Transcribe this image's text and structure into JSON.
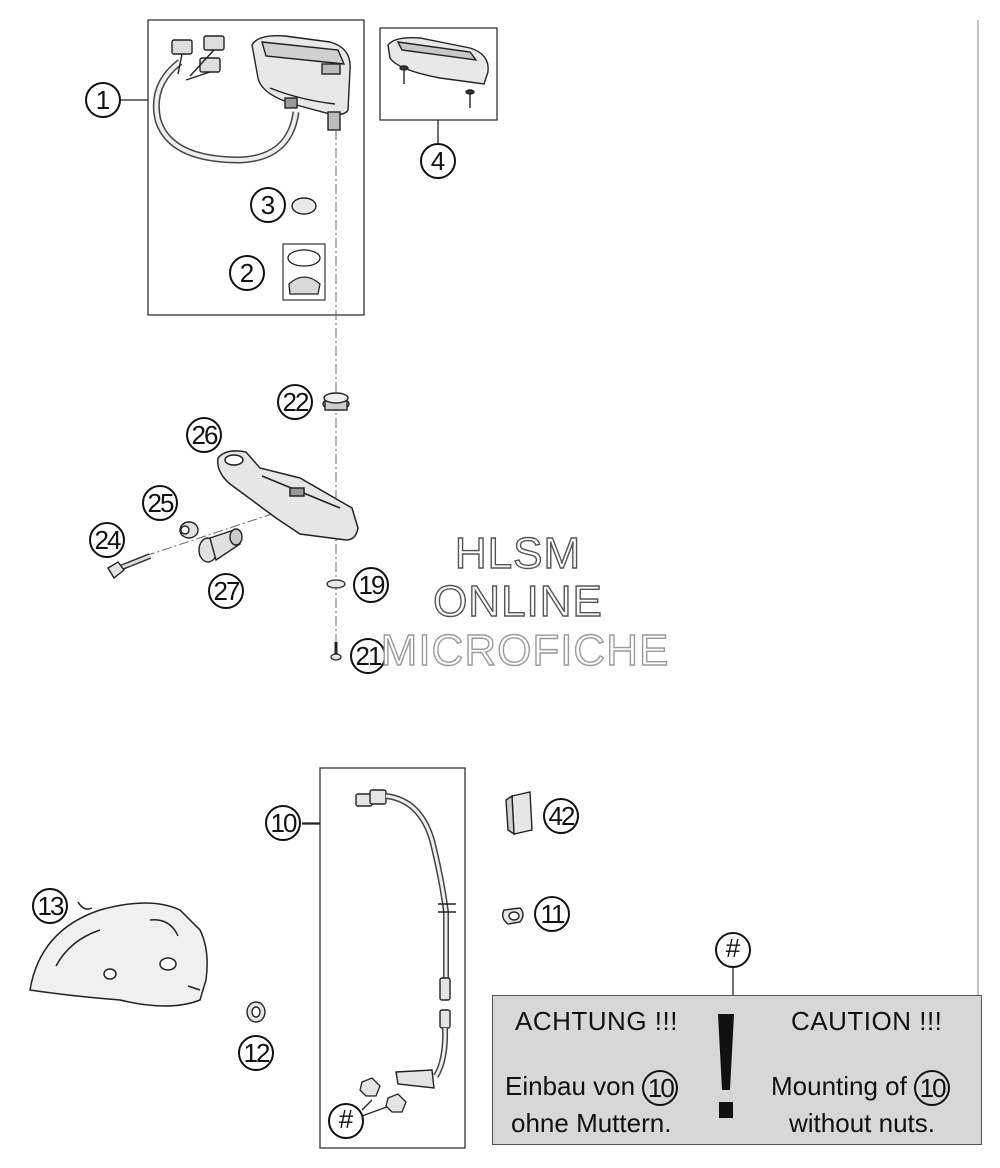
{
  "callouts": [
    {
      "id": "c1",
      "label": "1"
    },
    {
      "id": "c2",
      "label": "2"
    },
    {
      "id": "c3",
      "label": "3"
    },
    {
      "id": "c4",
      "label": "4"
    },
    {
      "id": "c10",
      "label": "10"
    },
    {
      "id": "c11",
      "label": "11"
    },
    {
      "id": "c12",
      "label": "12"
    },
    {
      "id": "c13",
      "label": "13"
    },
    {
      "id": "c19",
      "label": "19"
    },
    {
      "id": "c21",
      "label": "21"
    },
    {
      "id": "c22",
      "label": "22"
    },
    {
      "id": "c24",
      "label": "24"
    },
    {
      "id": "c25",
      "label": "25"
    },
    {
      "id": "c26",
      "label": "26"
    },
    {
      "id": "c27",
      "label": "27"
    },
    {
      "id": "c42",
      "label": "42"
    },
    {
      "id": "chash1",
      "label": "#"
    },
    {
      "id": "chash2",
      "label": "#"
    }
  ],
  "watermark": {
    "line1": "HLSM",
    "line2": "ONLINE",
    "line3": "MICROFICHE"
  },
  "caution": {
    "de_heading": "ACHTUNG !!!",
    "en_heading": "CAUTION !!!",
    "de_line1_prefix": "Einbau von",
    "de_ref": "10",
    "de_line2": "ohne Muttern.",
    "en_line1_prefix": "Mounting of",
    "en_ref": "10",
    "en_line2": "without nuts."
  },
  "colors": {
    "ink": "#111111",
    "caution_bg": "#d7d7d7",
    "part_fill": "#e6e6e6"
  }
}
